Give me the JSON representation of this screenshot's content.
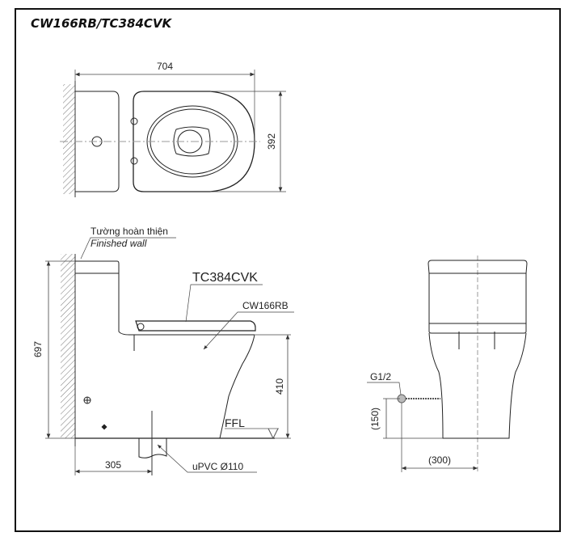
{
  "title": "CW166RB/TC384CVK",
  "top_view": {
    "width_dim": "704",
    "depth_dim": "392"
  },
  "side_view": {
    "wall_label_vi": "Tường hoàn thiện",
    "wall_label_en": "Finished wall",
    "seat_model": "TC384CVK",
    "bowl_model": "CW166RB",
    "height_dim": "697",
    "seat_height_dim": "410",
    "floor_label": "FFL",
    "rough_in_dim": "305",
    "drain_label": "uPVC Ø110"
  },
  "front_view": {
    "supply_label": "G1/2",
    "supply_height_dim": "(150)",
    "supply_offset_dim": "(300)"
  },
  "colors": {
    "line": "#222222",
    "centerline": "#999999",
    "dim": "#444444"
  }
}
